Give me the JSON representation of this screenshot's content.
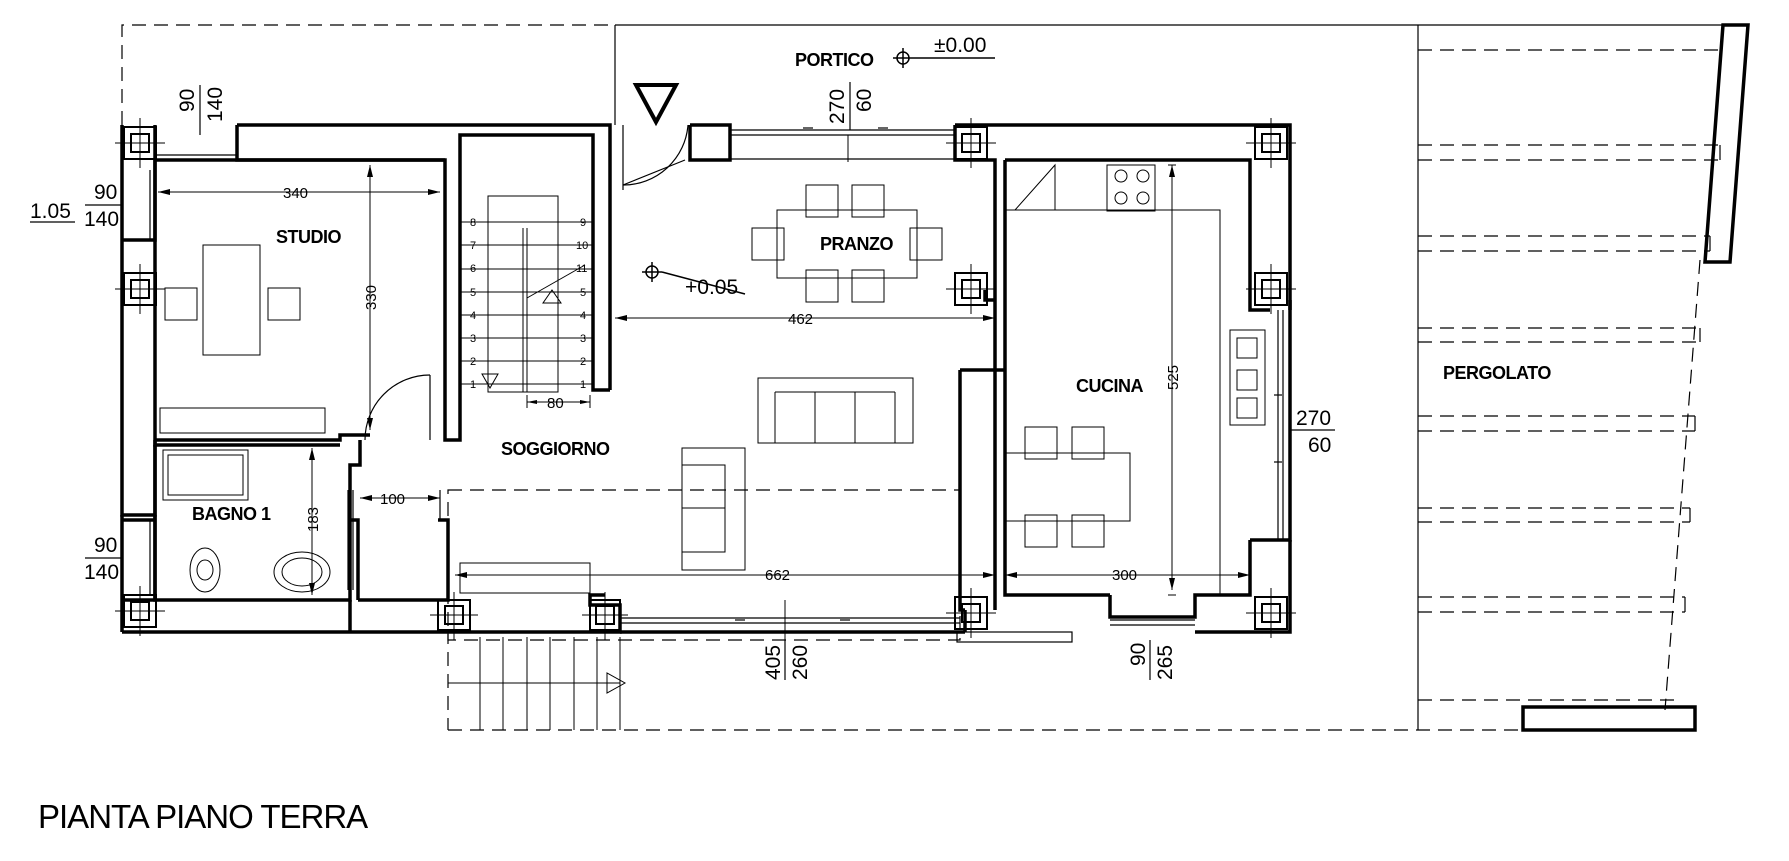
{
  "drawing_title": "PIANTA PIANO TERRA",
  "rooms": {
    "portico": "PORTICO",
    "studio": "STUDIO",
    "pranzo": "PRANZO",
    "soggiorno": "SOGGIORNO",
    "cucina": "CUCINA",
    "bagno": "BAGNO  1",
    "pergolato": "PERGOLATO"
  },
  "levels": {
    "portico": "±0.00",
    "interior": "+0.05",
    "sill": "1.05"
  },
  "dimensions": {
    "studio_width": "340",
    "studio_depth": "330",
    "pranzo_width": "462",
    "cucina_depth": "525",
    "soggiorno_width": "662",
    "cucina_width": "300",
    "bagno_depth": "183",
    "bagno_door": "100",
    "stair_width": "80"
  },
  "windows": {
    "top_left": [
      "90",
      "140"
    ],
    "top_center": [
      "270",
      "60"
    ],
    "left_upper": [
      "90",
      "140"
    ],
    "left_lower": [
      "90",
      "140"
    ],
    "right": [
      "270",
      "60"
    ],
    "bottom_center": [
      "405",
      "260"
    ],
    "bottom_right": [
      "90",
      "265"
    ]
  },
  "stairs": {
    "left_steps": [
      "8",
      "7",
      "6",
      "5",
      "4",
      "3",
      "2",
      "1"
    ],
    "right_steps": [
      "9",
      "10",
      "11",
      "5",
      "4",
      "3",
      "2",
      "1"
    ]
  },
  "colors": {
    "line": "#000000",
    "background": "#ffffff"
  }
}
